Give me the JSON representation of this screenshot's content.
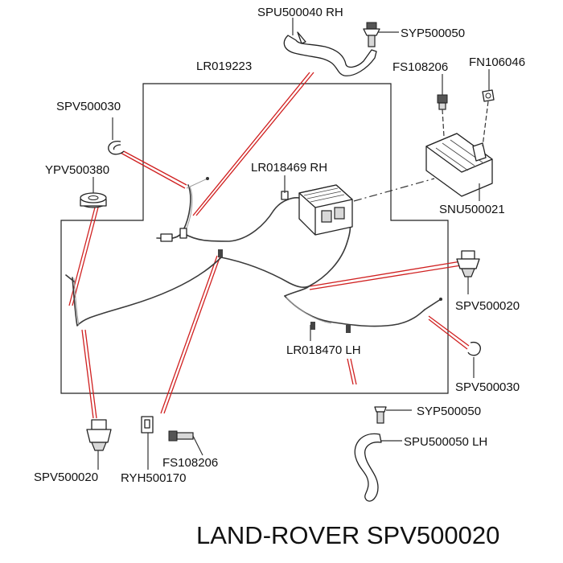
{
  "labels": {
    "spu500040_rh": "SPU500040 RH",
    "syp500050_top": "SYP500050",
    "lr019223": "LR019223",
    "fs108206_top": "FS108206",
    "fn106046": "FN106046",
    "spv500030_top": "SPV500030",
    "ypv500380": "YPV500380",
    "lr018469_rh": "LR018469 RH",
    "snu500021": "SNU500021",
    "spv500020_right": "SPV500020",
    "lr018470_lh": "LR018470 LH",
    "spv500030_right": "SPV500030",
    "syp500050_bottom": "SYP500050",
    "spu500050_lh": "SPU500050 LH",
    "spv500020_bottom": "SPV500020",
    "ryh500170": "RYH500170",
    "fs108206_bottom": "FS108206"
  },
  "footer": {
    "brand": "LAND-ROVER SPV500020"
  },
  "colors": {
    "reference_lines": "#d02020",
    "linework": "#222222"
  }
}
